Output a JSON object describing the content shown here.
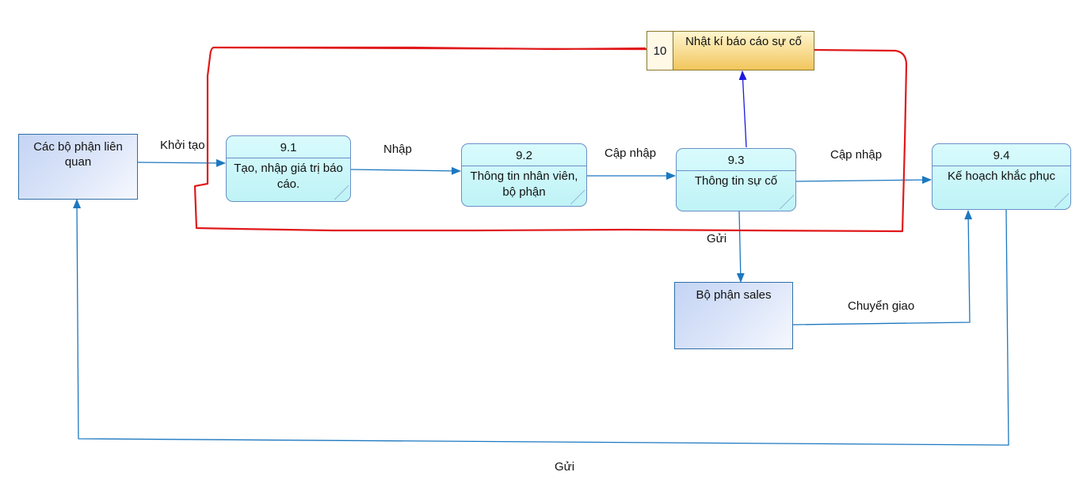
{
  "entities": {
    "related_departments": "Các bộ phận liên quan",
    "sales_department": "Bộ phận sales"
  },
  "processes": [
    {
      "id": "9.1",
      "label": "Tạo, nhập giá trị báo cáo."
    },
    {
      "id": "9.2",
      "label": "Thông tin nhân viên, bộ phận"
    },
    {
      "id": "9.3",
      "label": "Thông tin sự cố"
    },
    {
      "id": "9.4",
      "label": "Kế hoạch khắc phục"
    }
  ],
  "datastore": {
    "id": "10",
    "label": "Nhật kí báo cáo sự cố"
  },
  "flows": {
    "init": "Khởi tạo",
    "input": "Nhập",
    "update_1": "Cập nhập",
    "update_2": "Cập nhập",
    "send_sales": "Gửi",
    "transfer": "Chuyển giao",
    "send_back": "Gửi"
  },
  "colors": {
    "flow_line": "#1c78c0",
    "flow_to_store": "#1a1ae0",
    "highlight_boundary": "#e0191b",
    "process_fill": "#c8f6f8",
    "entity_fill": "#d3def6",
    "datastore_fill": "#f5d27a"
  }
}
